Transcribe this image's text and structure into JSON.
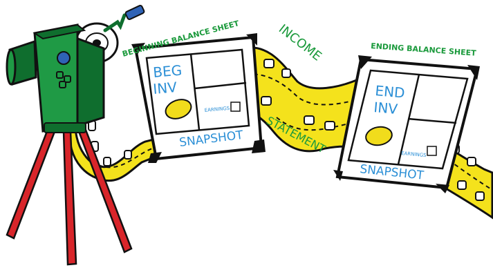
{
  "diagram": {
    "beginning_title": "BEGINNING BALANCE SHEET",
    "ending_title": "ENDING BALANCE SHEET",
    "income_label": "INCOME",
    "statement_label": "STATEMENT",
    "snapshot_left": {
      "inv_line1": "BEG",
      "inv_line2": "INV",
      "earnings": "EARNINGS",
      "caption": "SNAPSHOT"
    },
    "snapshot_right": {
      "inv_line1": "END",
      "inv_line2": "INV",
      "earnings": "EARNINGS",
      "caption": "SNAPSHOT"
    }
  },
  "colors": {
    "film": "#f4e21c",
    "camera_body": "#1f9a45",
    "camera_dark": "#0f6e2e",
    "tripod": "#d8252a",
    "lens": "#2f63b6",
    "green_text": "#1b9a3c",
    "blue_text": "#2b8fd6",
    "lemon": "#f1dc1c",
    "outline": "#111111"
  }
}
